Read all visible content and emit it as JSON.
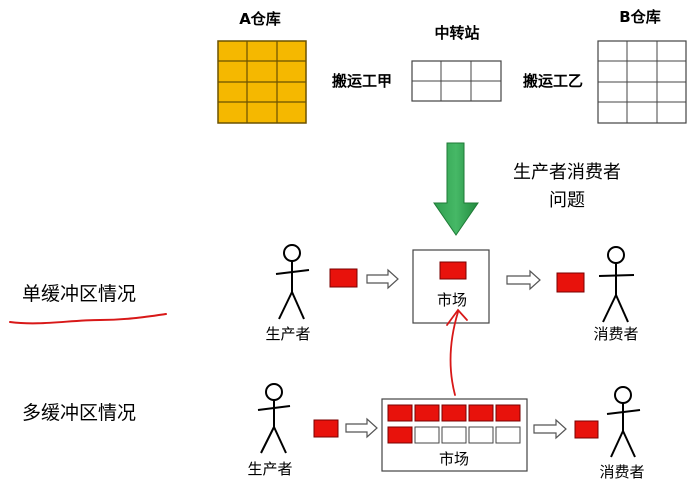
{
  "top": {
    "warehouse_a": "A仓库",
    "transfer_station": "中转站",
    "warehouse_b": "B仓库",
    "worker_a": "搬运工甲",
    "worker_b": "搬运工乙"
  },
  "problem_label_line1": "生产者消费者",
  "problem_label_line2": "问题",
  "single": {
    "title": "单缓冲区情况",
    "producer": "生产者",
    "market": "市场",
    "consumer": "消费者"
  },
  "multi": {
    "title": "多缓冲区情况",
    "producer": "生产者",
    "market": "市场",
    "consumer": "消费者"
  },
  "colors": {
    "warehouse_a_fill": "#f5b800",
    "item_red": "#e8120c",
    "down_arrow_green": "#2f9e4f",
    "annotation_red": "#d81818"
  }
}
